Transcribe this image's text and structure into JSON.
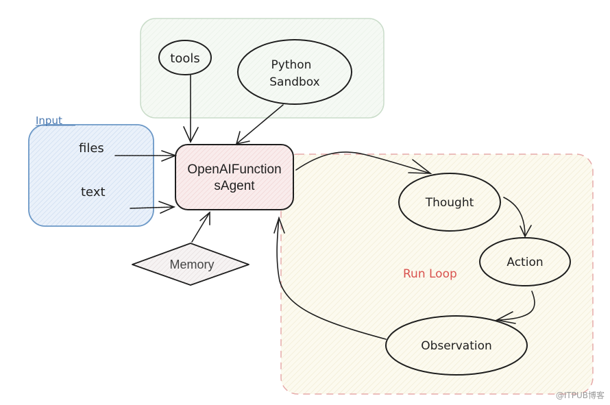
{
  "groups": {
    "tools_group": {
      "label": ""
    },
    "input_group": {
      "label": "Input"
    },
    "run_loop": {
      "label": "Run Loop"
    }
  },
  "nodes": {
    "tools": "tools",
    "python_sandbox_line1": "Python",
    "python_sandbox_line2": "Sandbox",
    "files": "files",
    "text": "text",
    "agent_line1": "OpenAIFunction",
    "agent_line2": "sAgent",
    "memory": "Memory",
    "thought": "Thought",
    "action": "Action",
    "observation": "Observation"
  },
  "colors": {
    "tools_group_stroke": "#c9dcc9",
    "tools_group_fill": "#f3f8f2",
    "input_stroke": "#6a97c6",
    "input_fill": "#e6eef8",
    "input_label": "#4a78b0",
    "agent_fill": "#f8e6e6",
    "run_loop_stroke": "#e6a9a9",
    "run_loop_fill": "#fbf8ea",
    "run_loop_label": "#d9534f",
    "memory_fill": "#f3efef",
    "ink": "#1e1e1e"
  },
  "watermark": "@ITPUB博客"
}
